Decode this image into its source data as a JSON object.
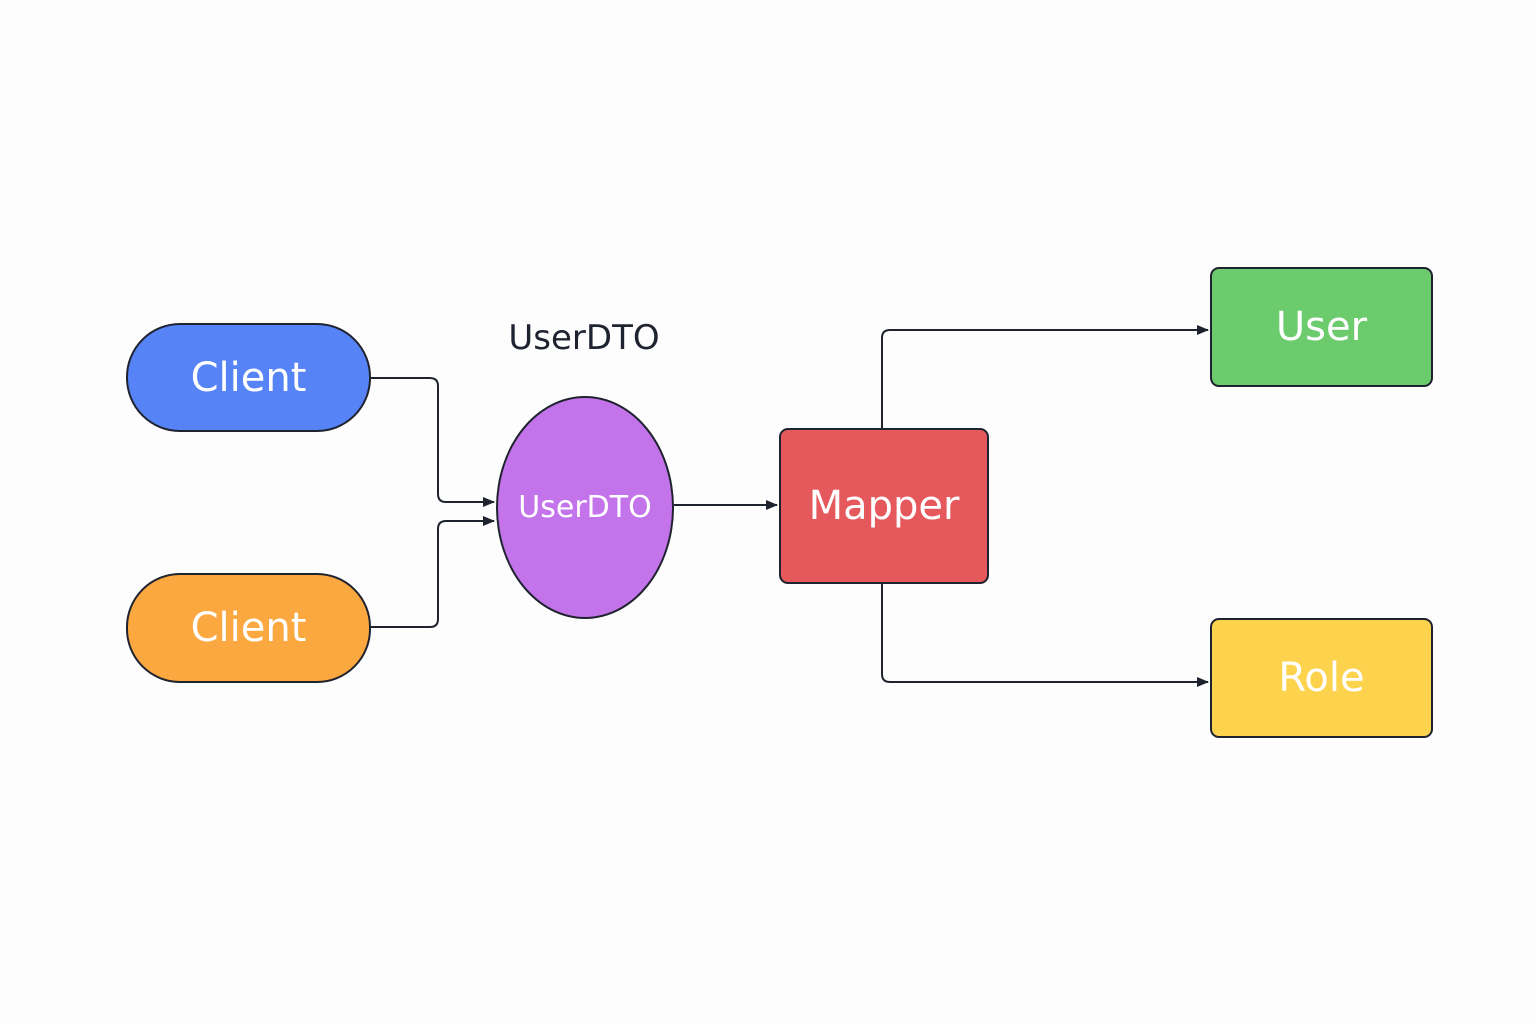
{
  "diagram": {
    "label_above_dto": "UserDTO",
    "nodes": {
      "client_1": {
        "label": "Client",
        "color": "#5683f6"
      },
      "client_2": {
        "label": "Client",
        "color": "#fba840"
      },
      "userdto": {
        "label": "UserDTO",
        "color": "#c374ea"
      },
      "mapper": {
        "label": "Mapper",
        "color": "#e5585c"
      },
      "user": {
        "label": "User",
        "color": "#6bcb6d"
      },
      "role": {
        "label": "Role",
        "color": "#fdd34e"
      }
    },
    "edges": [
      {
        "from": "Client",
        "to": "UserDTO"
      },
      {
        "from": "Client",
        "to": "UserDTO"
      },
      {
        "from": "UserDTO",
        "to": "Mapper"
      },
      {
        "from": "Mapper",
        "to": "User"
      },
      {
        "from": "Mapper",
        "to": "Role"
      }
    ],
    "edge_color": "#1f2330"
  }
}
